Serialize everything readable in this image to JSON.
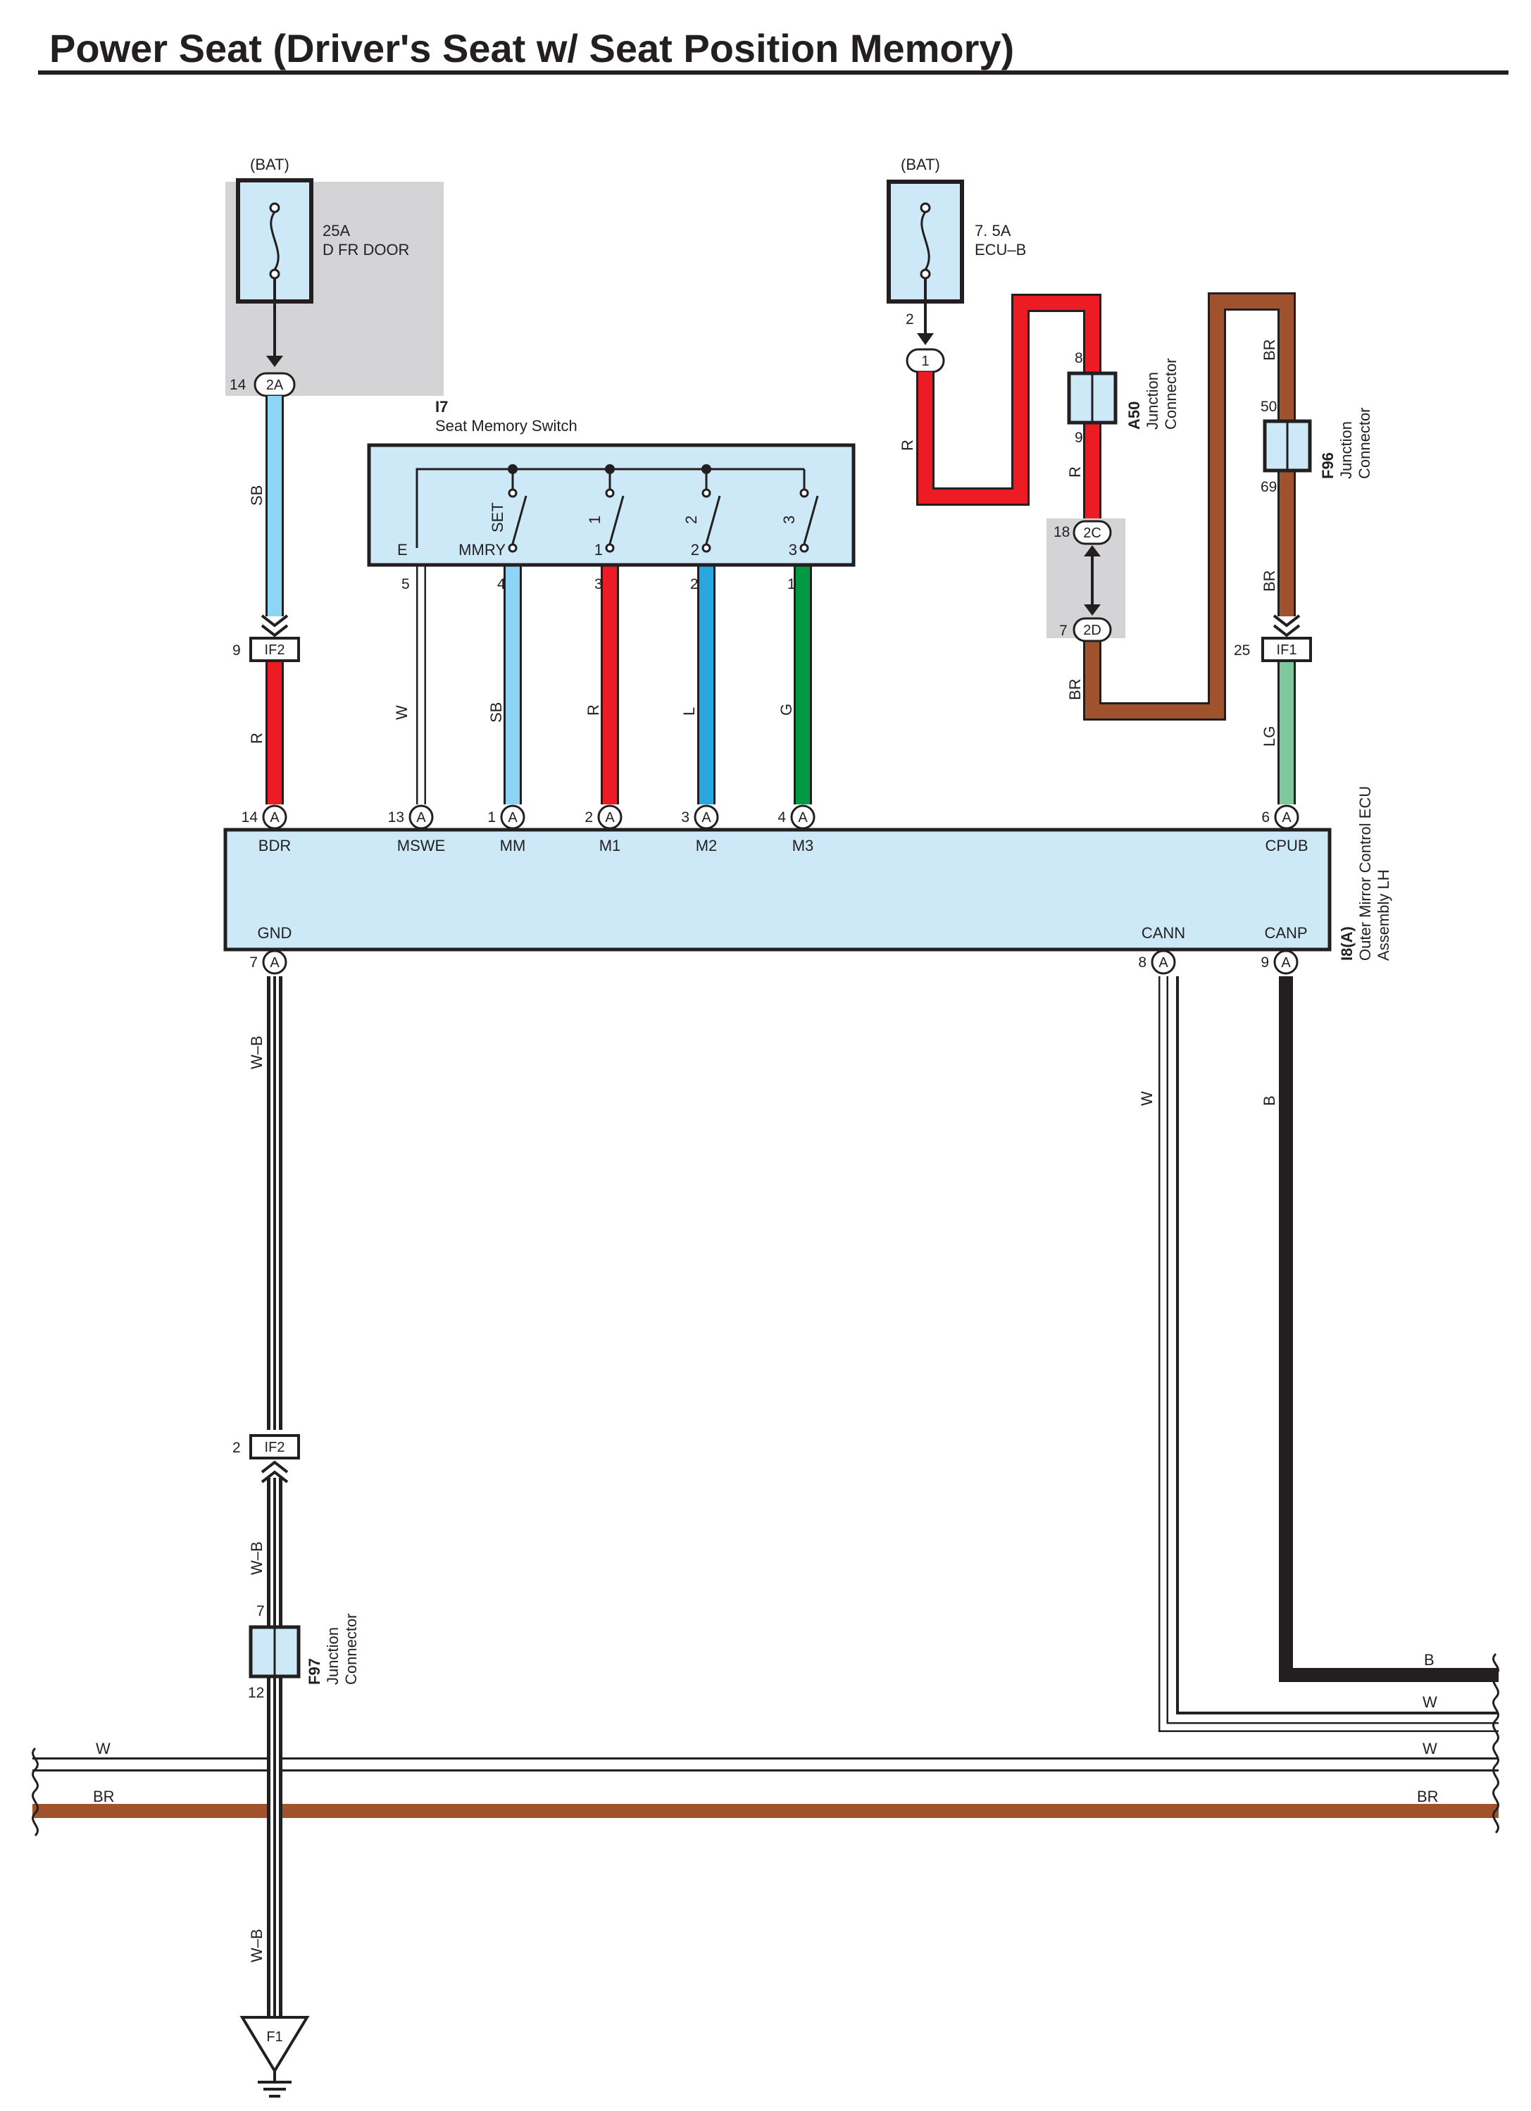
{
  "title": "Power Seat (Driver's Seat w/ Seat Position Memory)",
  "colors": {
    "sb": "#8ed4f5",
    "r": "#ed1c24",
    "l": "#27a8e0",
    "g": "#009a44",
    "lg": "#7fc89c",
    "br": "#a0522d",
    "b": "#231f20",
    "w": "#ffffff",
    "box_fill": "#cde9f8",
    "shade": "#d4d4d6"
  },
  "fuse_left": {
    "source": "(BAT)",
    "amps": "25A",
    "name": "D FR DOOR",
    "pin": "14",
    "connector": "2A"
  },
  "fuse_right": {
    "source": "(BAT)",
    "amps": "7. 5A",
    "name": "ECU–B",
    "pin": "2",
    "connector": "1"
  },
  "switch": {
    "code": "I7",
    "name": "Seat Memory Switch",
    "terminal_e": "E",
    "contacts": [
      {
        "label": "SET",
        "terminal": "MMRY"
      },
      {
        "label": "1",
        "terminal": "1"
      },
      {
        "label": "2",
        "terminal": "2"
      },
      {
        "label": "3",
        "terminal": "3"
      }
    ],
    "pins": [
      "5",
      "4",
      "3",
      "2",
      "1"
    ]
  },
  "ecu": {
    "code": "I8(A)",
    "name_line1": "Outer Mirror Control ECU",
    "name_line2": "Assembly LH",
    "top_pins": [
      {
        "num": "14",
        "conn": "A",
        "name": "BDR"
      },
      {
        "num": "13",
        "conn": "A",
        "name": "MSWE"
      },
      {
        "num": "1",
        "conn": "A",
        "name": "MM"
      },
      {
        "num": "2",
        "conn": "A",
        "name": "M1"
      },
      {
        "num": "3",
        "conn": "A",
        "name": "M2"
      },
      {
        "num": "4",
        "conn": "A",
        "name": "M3"
      },
      {
        "num": "6",
        "conn": "A",
        "name": "CPUB"
      }
    ],
    "bottom_pins": [
      {
        "num": "7",
        "conn": "A",
        "name": "GND"
      },
      {
        "num": "8",
        "conn": "A",
        "name": "CANN"
      },
      {
        "num": "9",
        "conn": "A",
        "name": "CANP"
      }
    ]
  },
  "junctions": {
    "a50": {
      "code": "A50",
      "line1": "Junction",
      "line2": "Connector",
      "pin_top": "8",
      "pin_bottom": "9"
    },
    "f96": {
      "code": "F96",
      "line1": "Junction",
      "line2": "Connector",
      "pin_top": "50",
      "pin_bottom": "69"
    },
    "f97": {
      "code": "F97",
      "line1": "Junction",
      "line2": "Connector",
      "pin_top": "7",
      "pin_bottom": "12"
    }
  },
  "connectors": {
    "if2_top": {
      "name": "IF2",
      "pin": "9"
    },
    "if1": {
      "name": "IF1",
      "pin": "25"
    },
    "if2_bottom": {
      "name": "IF2",
      "pin": "2"
    },
    "c2c": {
      "name": "2C",
      "pin": "18"
    },
    "c2d": {
      "name": "2D",
      "pin": "7"
    }
  },
  "ground": {
    "name": "F1"
  },
  "wire_labels": {
    "sb_fuse": "SB",
    "r_bdr": "R",
    "w_mswe": "W",
    "sb_mm": "SB",
    "r_m1": "R",
    "l_m2": "L",
    "g_m3": "G",
    "r_fuse": "R",
    "r_a50": "R",
    "br_2d": "BR",
    "br_f96_top": "BR",
    "br_f96_bottom": "BR",
    "lg_cpub": "LG",
    "wb_gnd": "W–B",
    "w_cann": "W",
    "b_canp": "B",
    "wb_mid": "W–B",
    "wb_low": "W–B",
    "bus_b": "B",
    "bus_w1": "W",
    "bus_w2_left": "W",
    "bus_w2_right": "W",
    "bus_br_left": "BR",
    "bus_br_right": "BR"
  }
}
